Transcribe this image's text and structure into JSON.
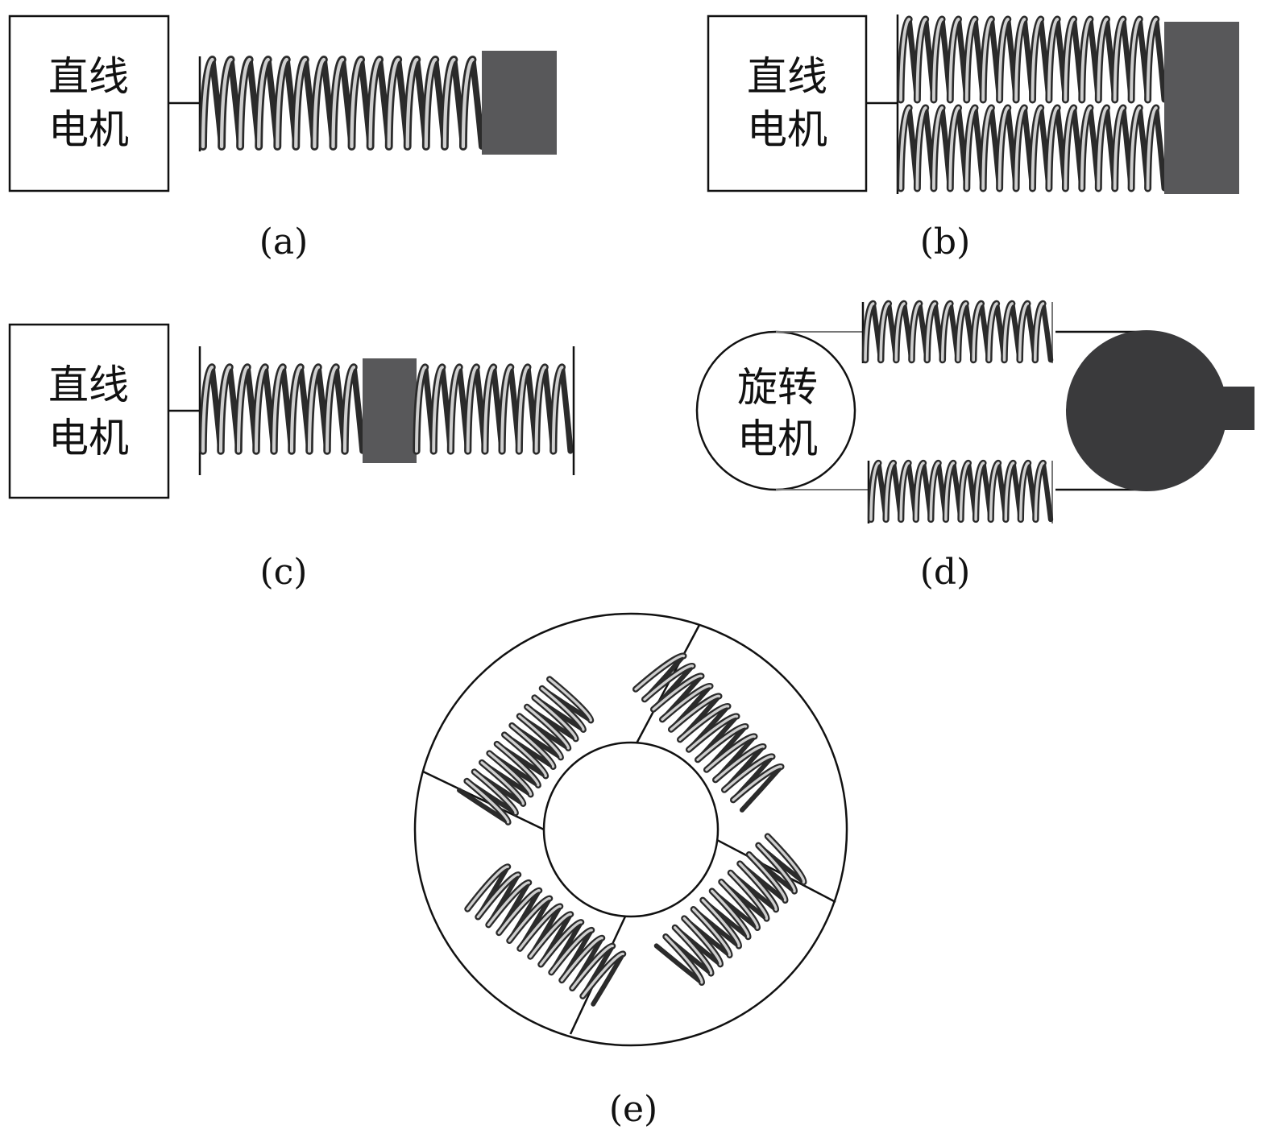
{
  "panels": {
    "a": {
      "caption": "(a)",
      "motor_line1": "直线",
      "motor_line2": "电机"
    },
    "b": {
      "caption": "(b)",
      "motor_line1": "直线",
      "motor_line2": "电机"
    },
    "c": {
      "caption": "(c)",
      "motor_line1": "直线",
      "motor_line2": "电机"
    },
    "d": {
      "caption": "(d)",
      "motor_line1": "旋转",
      "motor_line2": "电机"
    },
    "e": {
      "caption": "(e)"
    }
  },
  "colors": {
    "mass_gray": "#58585a",
    "rotor_dark": "#3a3a3c",
    "outline": "#111111",
    "spring_dark": "#2b2b2b",
    "spring_light": "#cfcfcf"
  }
}
